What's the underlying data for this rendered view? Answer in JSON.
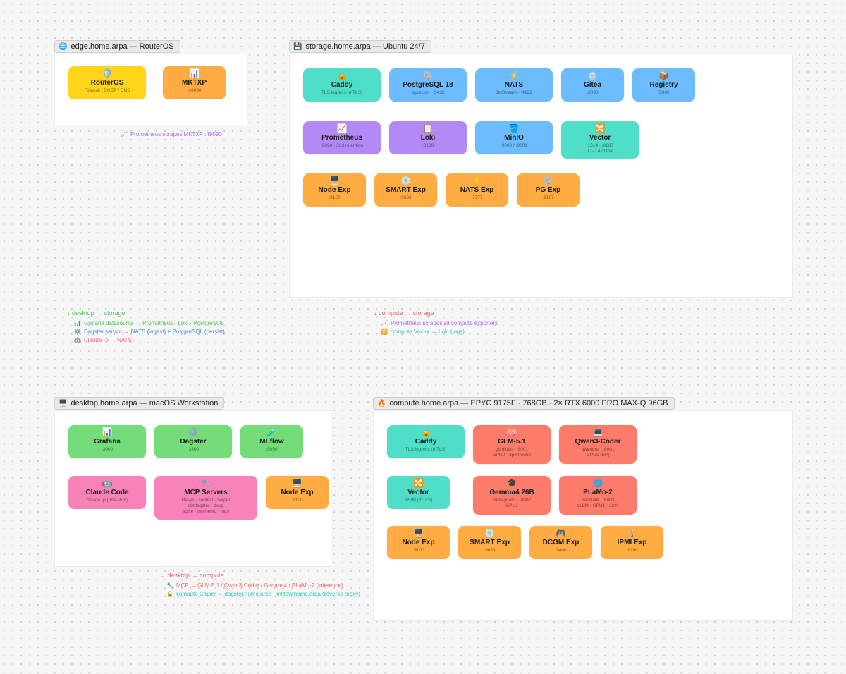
{
  "groups": {
    "edge": {
      "icon": "🌐",
      "label": "edge.home.arpa — RouterOS"
    },
    "storage": {
      "icon": "💾",
      "label": "storage.home.arpa — Ubuntu 24/7"
    },
    "desktop": {
      "icon": "🖥️",
      "label": "desktop.home.arpa — macOS Workstation"
    },
    "compute": {
      "icon": "🔥",
      "label": "compute.home.arpa — EPYC 9175F · 768GB · 2× RTX 6000 PRO MAX-Q 96GB"
    }
  },
  "colors": {
    "yellow": "#ffd51a",
    "orange": "#ffad42",
    "teal": "#4fdec8",
    "blue": "#6cbcff",
    "purple": "#b38af5",
    "green": "#74dd7a",
    "pink": "#f883b8",
    "red": "#fd7b6b"
  },
  "nodes": {
    "routeros": {
      "icon": "🛡️",
      "title": "RouterOS",
      "sub": "Firewall / DHCP / DNS"
    },
    "mktxp": {
      "icon": "📊",
      "title": "MKTXP",
      "sub": ":49090"
    },
    "caddy_storage": {
      "icon": "🔒",
      "title": "Caddy",
      "sub": "TLS ingress (mTLS)"
    },
    "postgresql": {
      "icon": "🐘",
      "title": "PostgreSQL 18",
      "sub": "pgvector · :5432"
    },
    "nats": {
      "icon": "⚡",
      "title": "NATS",
      "sub": "JetStream · :4222"
    },
    "gitea": {
      "icon": "🍵",
      "title": "Gitea",
      "sub": ":3000"
    },
    "registry": {
      "icon": "📦",
      "title": "Registry",
      "sub": ":5000"
    },
    "prometheus": {
      "icon": "📈",
      "title": "Prometheus",
      "sub": ":9090 · 30d retention"
    },
    "loki": {
      "icon": "📋",
      "title": "Loki",
      "sub": ":3100"
    },
    "minio": {
      "icon": "🪣",
      "title": "MinIO",
      "sub": ":9000 / :9001"
    },
    "vector_storage": {
      "icon": "🔀",
      "title": "Vector",
      "sub": ":1514 · :8687\nT1–T4 / Disk"
    },
    "node_exp_storage": {
      "icon": "🖥️",
      "title": "Node Exp",
      "sub": ":9100"
    },
    "smart_exp_storage": {
      "icon": "💿",
      "title": "SMART Exp",
      "sub": ":9633"
    },
    "nats_exp": {
      "icon": "⚡",
      "title": "NATS Exp",
      "sub": ":7777"
    },
    "pg_exp": {
      "icon": "🐘",
      "title": "PG Exp",
      "sub": ":9187"
    },
    "grafana": {
      "icon": "📊",
      "title": "Grafana",
      "sub": ":3000"
    },
    "dagster": {
      "icon": "⚙️",
      "title": "Dagster",
      "sub": ":3300"
    },
    "mlflow": {
      "icon": "🧪",
      "title": "MLflow",
      "sub": ":5050"
    },
    "claude_code": {
      "icon": "🤖",
      "title": "Claude Code",
      "sub": "claude -p (one-shot)"
    },
    "mcp_servers": {
      "icon": "🔧",
      "title": "MCP Servers",
      "sub": "filesys · context · serper\ndbtdagster · dstrg\nsqlite · memento · logs"
    },
    "node_exp_desktop": {
      "icon": "🖥️",
      "title": "Node Exp",
      "sub": ":9100"
    },
    "caddy_compute": {
      "icon": "🔒",
      "title": "Caddy",
      "sub": "TLS ingress (mTLS)"
    },
    "glm": {
      "icon": "🧠",
      "title": "GLM-5.1",
      "sub": "gsmloss · :8001\nGPU0 · openrouter"
    },
    "qwen3_coder": {
      "icon": "💻",
      "title": "Qwen3-Coder",
      "sub": "qwenpro · :8001\nGPU0 (EP)"
    },
    "vector_compute": {
      "icon": "🔀",
      "title": "Vector",
      "sub": ":6598 (mTLS)"
    },
    "gemma4": {
      "icon": "🎓",
      "title": "Gemma4 26B",
      "sub": "llamaguard · :8002\nGPU1"
    },
    "plamo": {
      "icon": "🌐",
      "title": "PLaMo-2",
      "sub": "translate · :8003\nvLLM · GPU1 · 32%"
    },
    "node_exp_compute": {
      "icon": "🖥️",
      "title": "Node Exp",
      "sub": ":9100"
    },
    "smart_exp_compute": {
      "icon": "💿",
      "title": "SMART Exp",
      "sub": ":9633"
    },
    "dcgm_exp": {
      "icon": "🎮",
      "title": "DCGM Exp",
      "sub": ":9400"
    },
    "ipmi_exp": {
      "icon": "🌡️",
      "title": "IPMI Exp",
      "sub": ":9290"
    }
  },
  "notes": {
    "edge_prom": {
      "icon": "📈",
      "text": "Prometheus scrapes MKTXP :49090"
    },
    "desktop_storage": {
      "header": "↓ desktop → storage",
      "lines": [
        {
          "icon": "📊",
          "text": "Grafana datasource → Prometheus · Loki · PostgreSQL"
        },
        {
          "icon": "⚙️",
          "text": "Dagster sensor → NATS (ingest) + PostgreSQL (persist)"
        },
        {
          "icon": "🤖",
          "text": "Claude -p → NATS"
        }
      ]
    },
    "compute_storage": {
      "header": "↓ compute → storage",
      "lines": [
        {
          "icon": "📈",
          "text": "Prometheus scrapes all compute exporters"
        },
        {
          "icon": "🔀",
          "text": "compute Vector → Loki (logs)"
        }
      ]
    },
    "desktop_compute": {
      "header": "→ desktop → compute",
      "lines": [
        {
          "icon": "🔧",
          "text": "MCP → GLM-5.1 / Qwen3-Coder / Gemma4 / PLaMo-2 (inference)"
        },
        {
          "icon": "🔒",
          "text": "compute Caddy → dagster.home.arpa · mlflow.home.arpa (reverse proxy)"
        }
      ]
    }
  }
}
